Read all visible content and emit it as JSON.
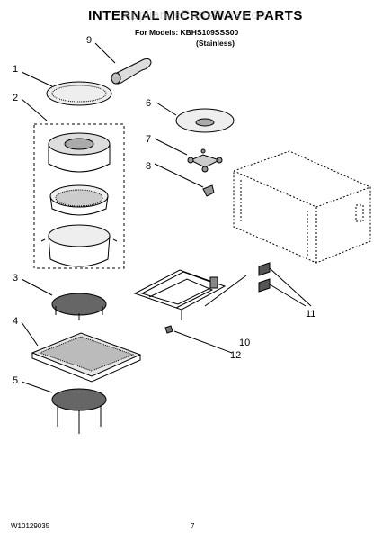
{
  "header": {
    "title": "INTERNAL MICROWAVE PARTS",
    "models_line": "For Models: KBHS109SSS00",
    "finish": "(Stainless)",
    "watermark": "AppliancePartsPros.com"
  },
  "footer": {
    "doc_id": "W10129035",
    "page": "7"
  },
  "callouts": [
    "1",
    "2",
    "3",
    "4",
    "5",
    "6",
    "7",
    "8",
    "9",
    "10",
    "11",
    "12"
  ]
}
